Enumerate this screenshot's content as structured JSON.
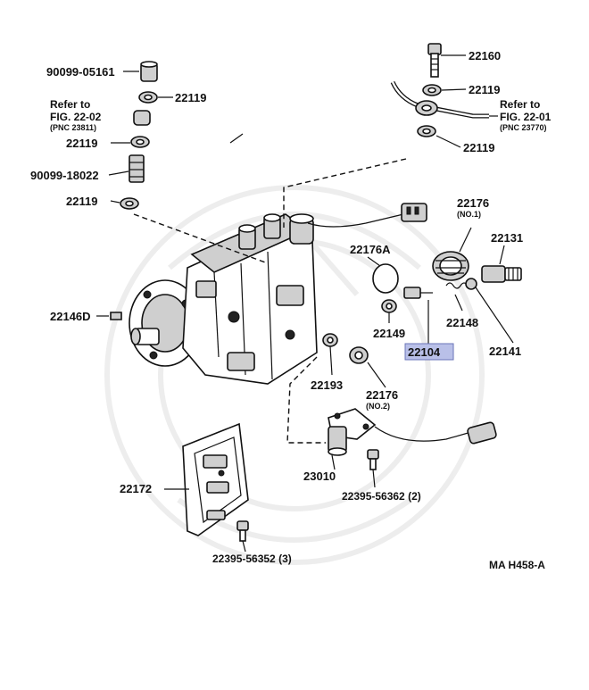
{
  "diagram_code": "MA H458-A",
  "labels": {
    "p90099_05161": "90099-05161",
    "p22119_a": "22119",
    "refer_left_1": "Refer to",
    "refer_left_2": "FIG. 22-02",
    "refer_left_3": "(PNC 23811)",
    "p22119_b": "22119",
    "p90099_18022": "90099-18022",
    "p22119_c": "22119",
    "p22160": "22160",
    "p22119_d": "22119",
    "refer_right_1": "Refer to",
    "refer_right_2": "FIG. 22-01",
    "refer_right_3": "(PNC 23770)",
    "p22119_e": "22119",
    "p22176_1": "22176",
    "p22176_1_sub": "(NO.1)",
    "p22131": "22131",
    "p22176a": "22176A",
    "p22148": "22148",
    "p22149": "22149",
    "p22141": "22141",
    "p22104": "22104",
    "p22146d": "22146D",
    "p22193": "22193",
    "p22176_2": "22176",
    "p22176_2_sub": "(NO.2)",
    "p22172": "22172",
    "p23010": "23010",
    "p22395_2": "22395-56362 (2)",
    "p22395_3": "22395-56352 (3)"
  },
  "highlight_color": "#b9c0e8"
}
